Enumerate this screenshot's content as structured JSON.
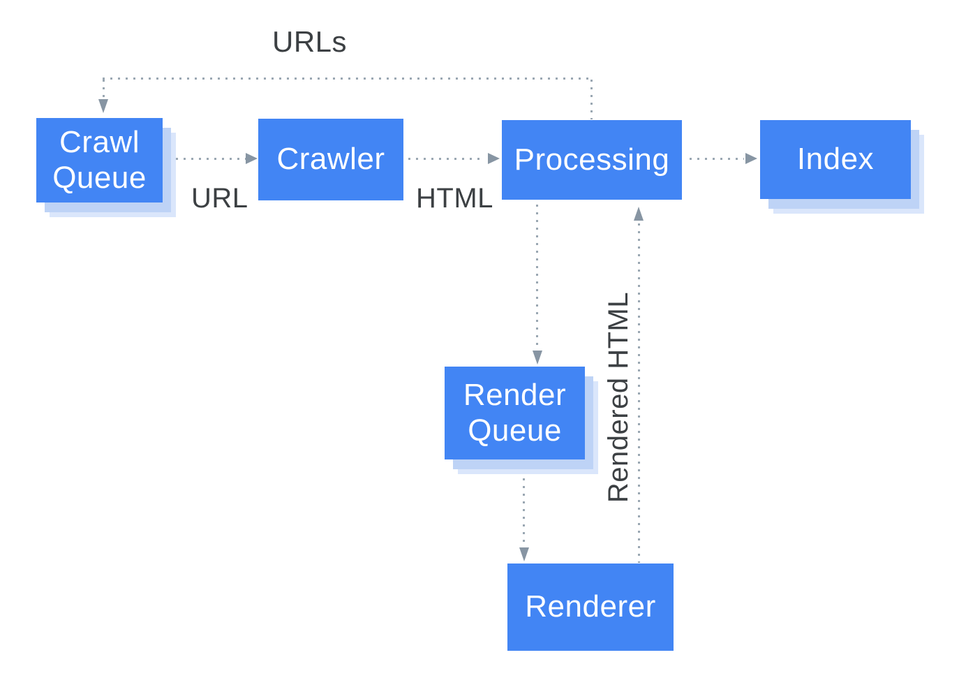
{
  "diagram": {
    "description": "Web crawling, rendering and indexing pipeline flow diagram",
    "nodes": [
      {
        "id": "crawl-queue",
        "label": "Crawl Queue"
      },
      {
        "id": "crawler",
        "label": "Crawler"
      },
      {
        "id": "processing",
        "label": "Processing"
      },
      {
        "id": "index",
        "label": "Index"
      },
      {
        "id": "render-queue",
        "label": "Render Queue"
      },
      {
        "id": "renderer",
        "label": "Renderer"
      }
    ],
    "edges": [
      {
        "from": "processing",
        "to": "crawl-queue",
        "label": "URLs",
        "style": "dotted"
      },
      {
        "from": "crawl-queue",
        "to": "crawler",
        "label": "URL",
        "style": "dotted"
      },
      {
        "from": "crawler",
        "to": "processing",
        "label": "HTML",
        "style": "dotted"
      },
      {
        "from": "processing",
        "to": "index",
        "label": "",
        "style": "dotted"
      },
      {
        "from": "processing",
        "to": "render-queue",
        "label": "",
        "style": "dotted"
      },
      {
        "from": "render-queue",
        "to": "renderer",
        "label": "",
        "style": "dotted"
      },
      {
        "from": "renderer",
        "to": "processing",
        "label": "Rendered HTML",
        "style": "dotted"
      }
    ],
    "colors": {
      "node_fill": "#4285f4",
      "node_text": "#ffffff",
      "node_shadow_inner": "#bed3f6",
      "node_shadow_outer": "#dae6fb",
      "connector_dots": "#9aa7b2",
      "arrowhead": "#8795a3",
      "label_text": "#3c4043",
      "background": "#ffffff"
    }
  }
}
